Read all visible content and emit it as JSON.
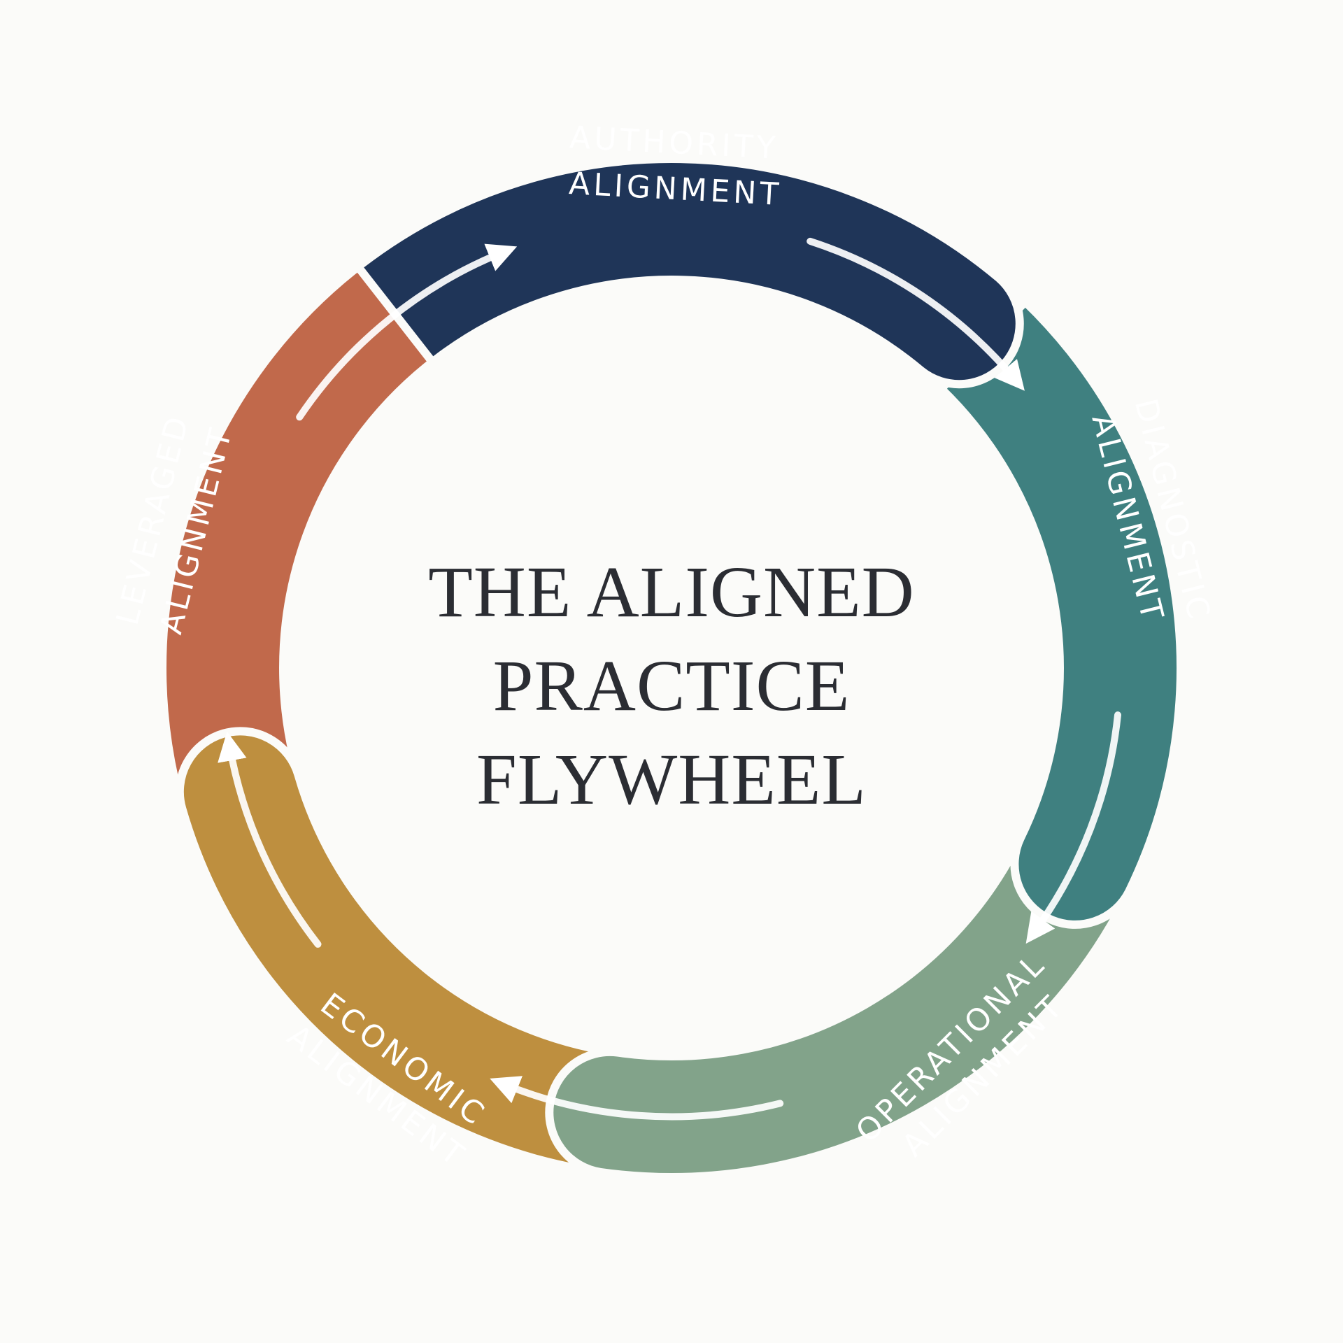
{
  "title": {
    "lines": [
      "THE ALIGNED",
      "PRACTICE",
      "FLYWHEEL"
    ]
  },
  "segments": [
    {
      "id": "authority",
      "label": [
        "AUTHORITY",
        "ALIGNMENT"
      ],
      "color": "#1f3558"
    },
    {
      "id": "diagnostic",
      "label": [
        "DIAGNOSTIC",
        "ALIGNMENT"
      ],
      "color": "#3f8080"
    },
    {
      "id": "operational",
      "label": [
        "OPERATIONAL",
        "ALIGNMENT"
      ],
      "color": "#82a38a"
    },
    {
      "id": "economic",
      "label": [
        "ECONOMIC",
        "ALIGNMENT"
      ],
      "color": "#be8f3f"
    },
    {
      "id": "leveraged",
      "label": [
        "LEVERAGED",
        "ALIGNMENT"
      ],
      "color": "#c1694b"
    }
  ],
  "colors": {
    "background": "#fbfbf9",
    "arrow": "#ffffff",
    "title": "#2b2d33"
  }
}
